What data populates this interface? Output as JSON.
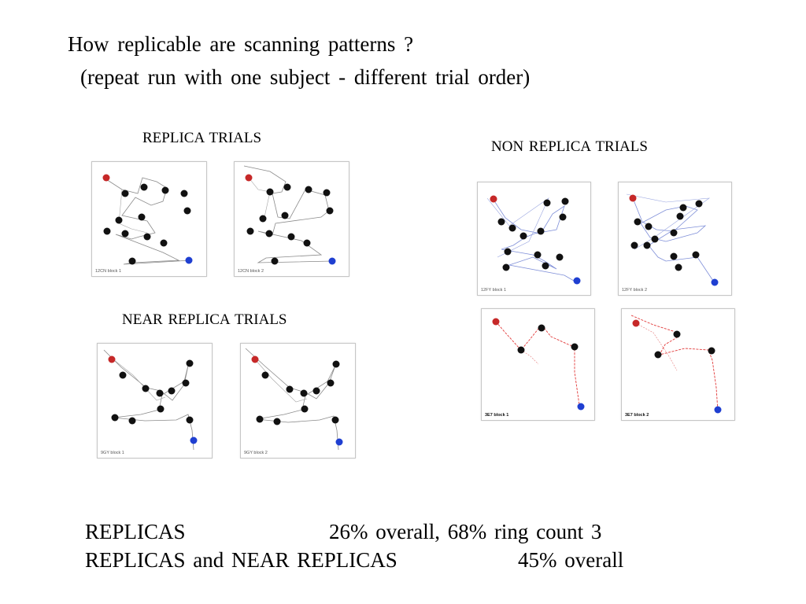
{
  "title": "How  replicable  are  scanning  patterns ?",
  "subtitle": "(repeat  run  with  one  subject  -  different  trial  order)",
  "sections": {
    "replica": "REPLICA  TRIALS",
    "non_replica": "NON REPLICA  TRIALS",
    "near_replica": "NEAR REPLICA  TRIALS"
  },
  "panels": {
    "replica_1": "12CN   block  1",
    "replica_2": "12CN   block  2",
    "near_1": "9GY   block  1",
    "near_2": "9GY   block  2",
    "nonrep_1": "12FY   block  1",
    "nonrep_2": "12FY   block  2",
    "nonrep_3": "3E7 block 1",
    "nonrep_4": "3E7 block 2"
  },
  "stats": {
    "row1_label": "REPLICAS",
    "row1_value": "26% overall,  68%  ring count  3",
    "row2_label": "REPLICAS  and  NEAR  REPLICAS",
    "row2_value": "45% overall"
  },
  "colors": {
    "start_dot": "#c62828",
    "end_dot": "#1f3fd1",
    "target_dot": "#111111",
    "path_gray": "#8a8a8a",
    "path_blue": "#7f8fd8",
    "path_red": "#e23a3a"
  }
}
